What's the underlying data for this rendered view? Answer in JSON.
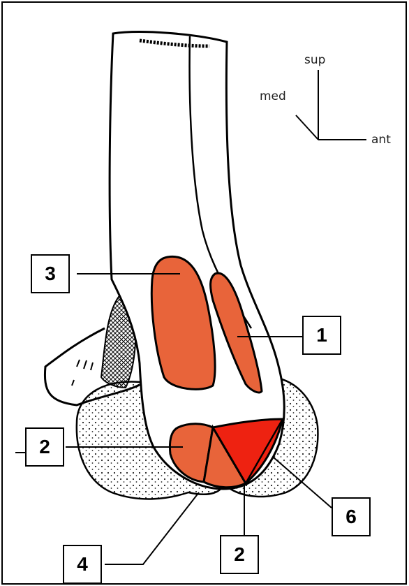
{
  "orientation": {
    "superior": "sup",
    "medial": "med",
    "anterior": "ant"
  },
  "labels": {
    "area_1": "1",
    "area_2_posterior": "2",
    "area_2_inferior": "2",
    "area_3": "3",
    "area_4": "4",
    "area_6": "6"
  },
  "colors": {
    "area_fill": "#E8643A",
    "area_6_fill": "#EE2211",
    "outline": "#000000"
  }
}
